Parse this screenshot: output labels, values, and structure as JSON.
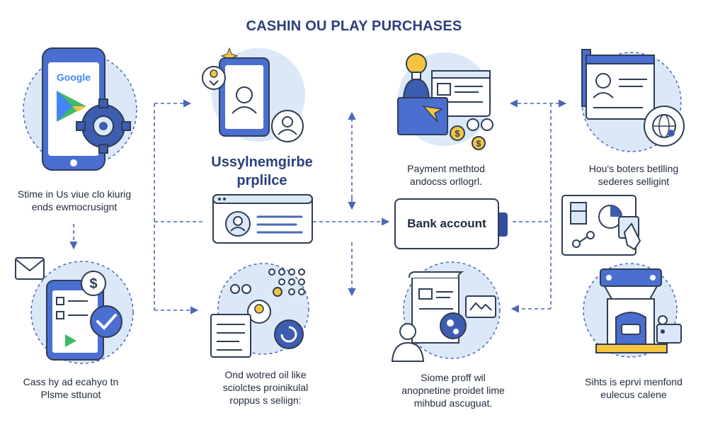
{
  "title": "CASHIN OU PLAY PURCHASES",
  "nodes": {
    "google_phone": {
      "brand": "Google",
      "caption": [
        "Stime in Us viue clo kiurig",
        "ends ewmocrusignt"
      ]
    },
    "envelope_phone": {
      "caption": [
        "Cass hy ad ecahyo tn",
        "Plsme sttunot"
      ]
    },
    "profile": {
      "heading": [
        "Ussylnemgirbe",
        "prplilce"
      ]
    },
    "documents": {
      "caption": [
        "Ond wotred oil like",
        "sciolctes proinikulal",
        "roppus s seliign:"
      ]
    },
    "payment": {
      "caption": [
        "Payment methtod",
        "andocss orllogrl."
      ]
    },
    "bank": {
      "label": "Bank account"
    },
    "proof": {
      "caption": [
        "Siome proff wil",
        "anopnetine proidet lime",
        "mihbud ascuguat."
      ]
    },
    "browser": {
      "caption": [
        "Hou's boters betlling",
        "sederes selligint"
      ]
    },
    "store": {
      "caption": [
        "Sihts is eprvi menfond",
        "eulecus calene"
      ]
    }
  },
  "colors": {
    "accent": "#2f4f9e",
    "line": "#4a68b5",
    "bubble": "#dbe8f8",
    "outline": "#2f3d55",
    "yellow": "#f5c542"
  }
}
